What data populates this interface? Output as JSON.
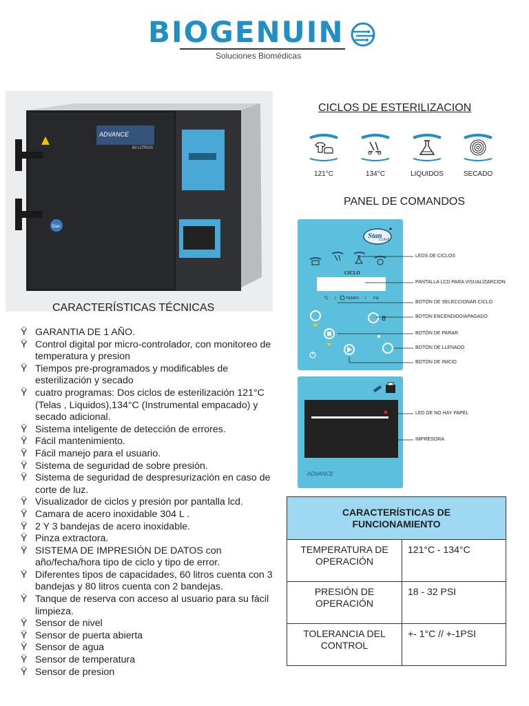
{
  "header": {
    "brand": "BIOGENUIN",
    "tagline": "Soluciones Biomédicas"
  },
  "product": {
    "brand_badge": "ADVANCE",
    "capacity_badge": "60 LITROS",
    "logo_badge": "Stan"
  },
  "features": {
    "title": "CARACTERÍSTICAS TÉCNICAS",
    "bullet": "Ÿ",
    "items": [
      "GARANTIA DE 1 AÑO.",
      "Control digital por micro-controlador, con monitoreo de temperatura y presion",
      "Tiempos pre-programados y modificables de esterilización y secado",
      "cuatro programas: Dos ciclos de esterilización 121°C  (Telas , Liquidos),134°C (Instrumental empacado) y secado adicional.",
      "Sistema inteligente de detección de errores.",
      "Fácil mantenimiento.",
      "Fácil manejo para el usuario.",
      "Sistema de seguridad de sobre presión.",
      "Sistema de seguridad de despresurización en caso de corte de luz.",
      "Visualizador de ciclos  y presión por pantalla lcd.",
      "Camara de acero inoxidable 304 L .",
      "2 Y 3 bandejas de acero inoxidable.",
      "Pinza extractora.",
      "SISTEMA DE IMPRESIÓN DE DATOS con año/fecha/hora tipo de ciclo y tipo de error.",
      "Diferentes tipos de capacidades, 60 litros   cuenta con 3 bandejas  y 80 litros cuenta con 2 bandejas.",
      "Tanque de reserva con acceso al usuario para su fácil limpieza.",
      "Sensor de nivel",
      "Sensor de puerta abierta",
      "Sensor de agua",
      "Sensor de temperatura",
      "Sensor de presion"
    ]
  },
  "cycles": {
    "title": "CICLOS DE ESTERILIZACION",
    "items": [
      {
        "label": "121°C",
        "icon": "clothes-icon"
      },
      {
        "label": "134°C",
        "icon": "instruments-icon"
      },
      {
        "label": "LIQUIDOS",
        "icon": "flask-icon"
      },
      {
        "label": "SECADO",
        "icon": "spiral-icon"
      }
    ]
  },
  "panel": {
    "title": "PANEL DE COMANDOS",
    "logo_text": "Stan",
    "logo_sub": "CLAVE",
    "ciclo_label": "CICLO",
    "units": [
      "°C",
      "/",
      "TIEMPO",
      "/",
      "PSI"
    ],
    "callouts": {
      "leds_ciclos": "LEDS DE CICLOS",
      "pantalla": "PANTALLA LCD PARA VISUALIZARCION",
      "seleccionar": "BOTÓN DE SELECCIONAR CICLO",
      "encendido": "BOTON  ENCENDIDO/APAGADO",
      "parar": "BOTÓN DE PARAR",
      "llenado": "BOTÓN DE LLENADO",
      "inicio": "BOTÓN DE INICIO",
      "no_papel": "LED DE NO HAY PAPEL",
      "impresora": "IMPRESORA"
    },
    "printer_badge": "ADVANCE"
  },
  "spec_table": {
    "header": "CARACTERÍSTICAS DE FUNCIONAMIENTO",
    "rows": [
      {
        "key": "TEMPERATURA DE OPERACIÓN",
        "value": "121°C  - 134°C"
      },
      {
        "key": "PRESIÓN DE OPERACIÓN",
        "value": "18 - 32 PSI"
      },
      {
        "key": "TOLERANCIA DEL CONTROL",
        "value": "+- 1°C   // +-1PSI"
      }
    ]
  },
  "colors": {
    "brand_blue": "#1f8fc6",
    "panel_blue": "#5cc0dc",
    "table_header": "#9fd9f1"
  }
}
